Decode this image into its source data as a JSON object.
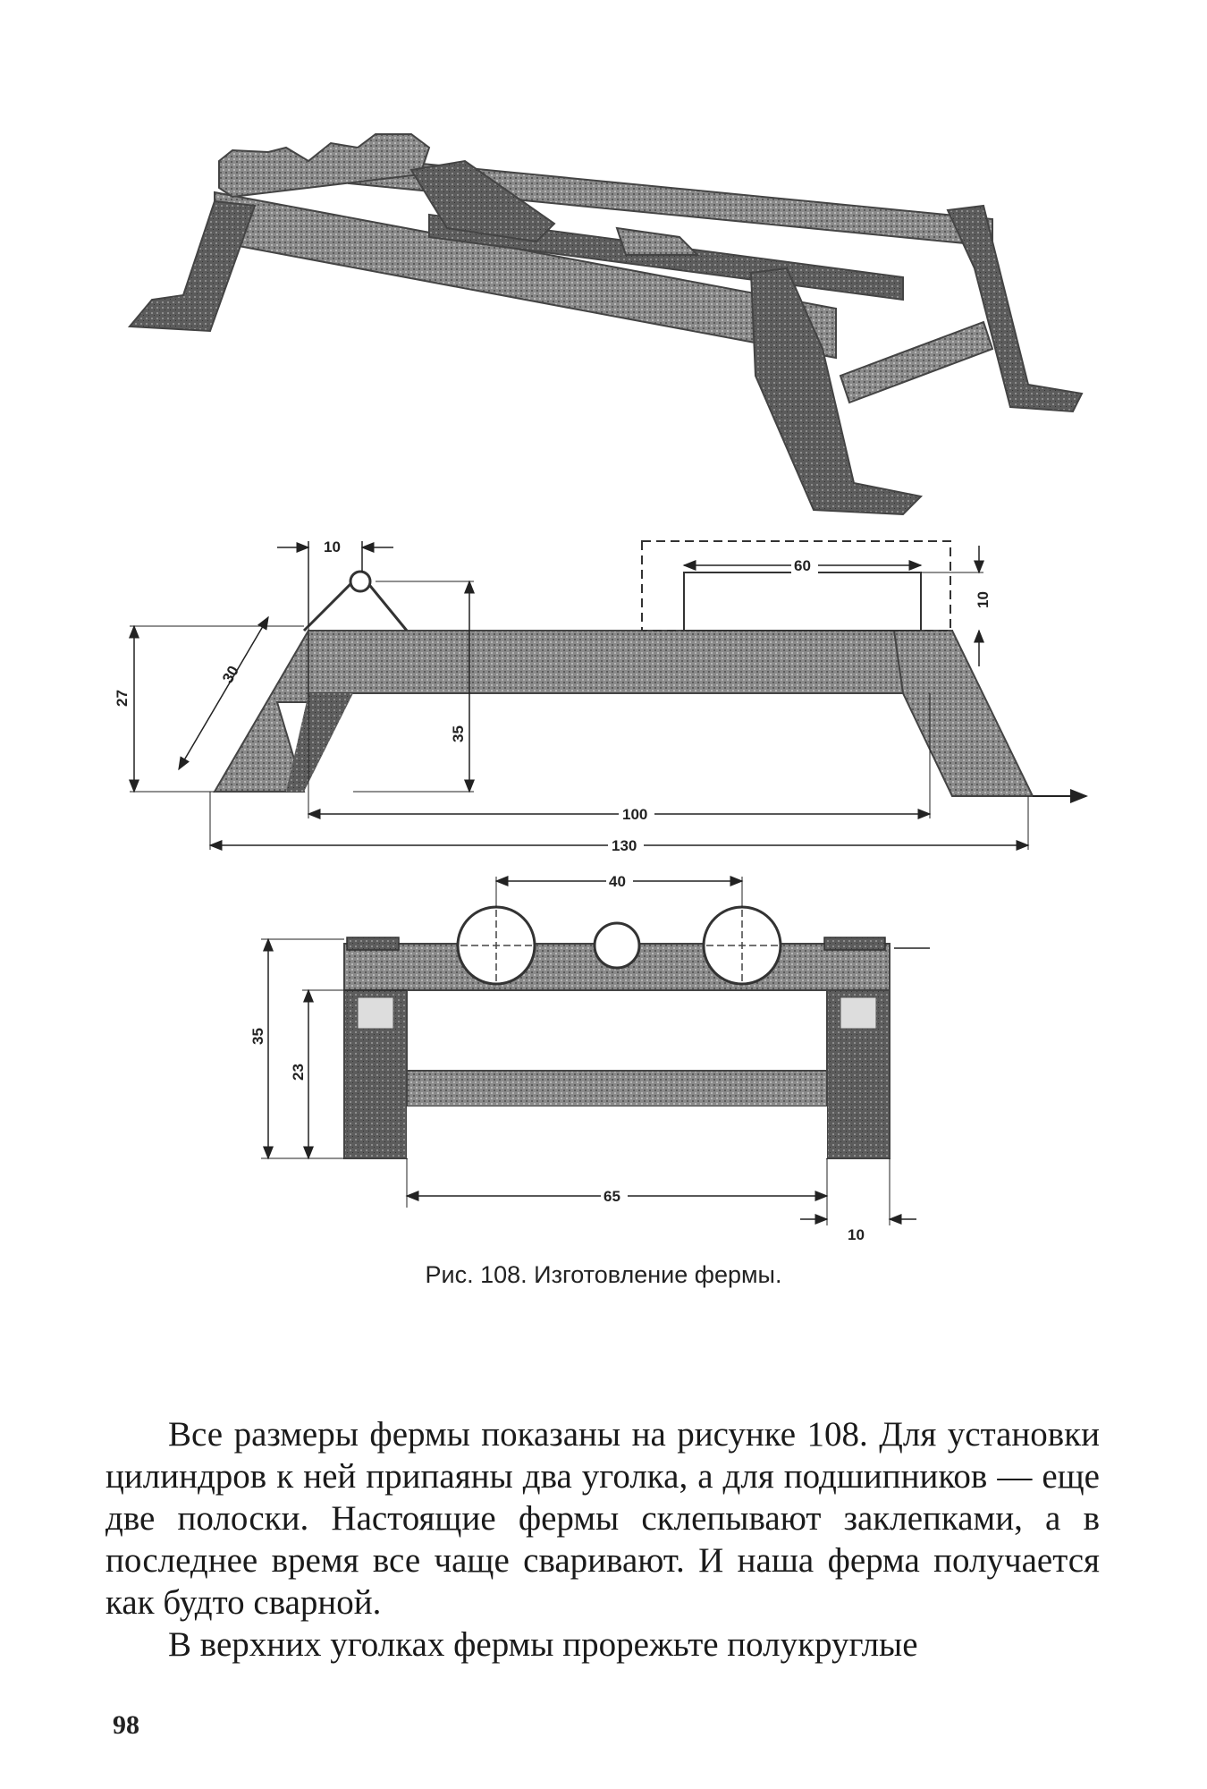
{
  "figure": {
    "caption": "Рис. 108. Изготовление фермы.",
    "dimensions": {
      "side_view": {
        "top_width": "10",
        "slant": "30",
        "height_left": "27",
        "inner_height": "35",
        "inner_span": "100",
        "overall_span": "130",
        "strip_length": "60",
        "strip_height": "10"
      },
      "end_view": {
        "cylinder_spacing": "40",
        "outer_height": "35",
        "inner_height": "23",
        "inner_width": "65",
        "leg_width": "10"
      }
    }
  },
  "body": {
    "paragraph_1": "Все размеры фермы показаны на рисунке 108. Для установки цилиндров к ней припаяны два уголка, а для подшипников — еще две полоски. Настоящие фермы склепывают заклепками, а в последнее время все чаще сваривают. И наша ферма получается как будто сварной.",
    "paragraph_2": "В верхних уголках фермы прорежьте полукруглые"
  },
  "page_number": "98"
}
